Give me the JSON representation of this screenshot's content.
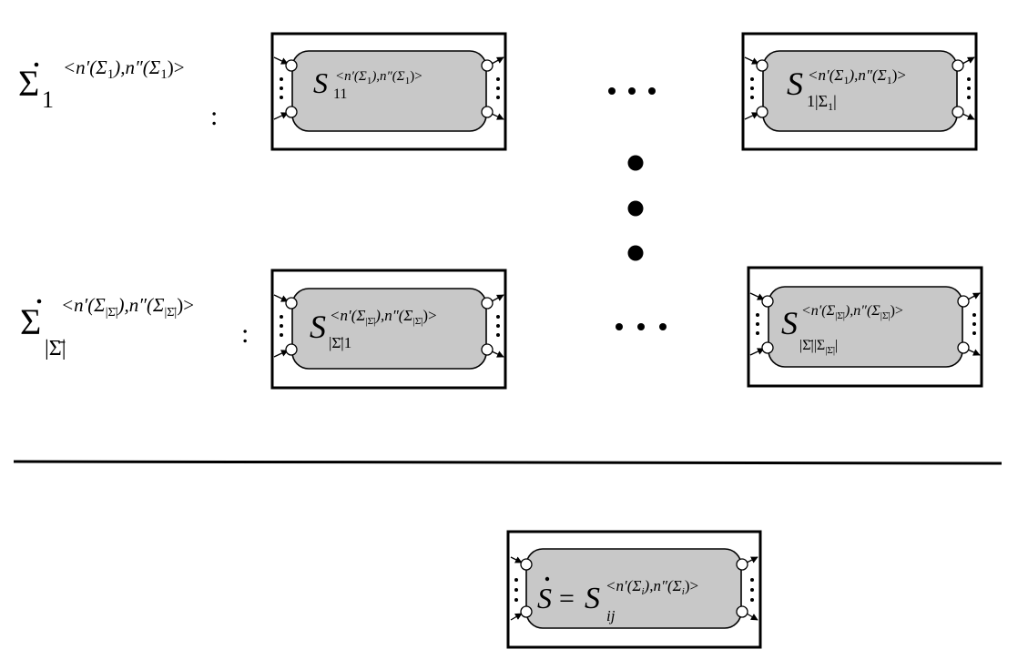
{
  "rows": [
    {
      "label": {
        "sym": "Σ",
        "sub": "1",
        "sup": {
          "pre": "<n′(Σ",
          "s1": "1",
          "mid": "),n″(Σ",
          "s2": "1",
          "post": ")>"
        },
        "colon": ":"
      },
      "boxes": [
        {
          "base": "S",
          "sub_parts": [
            {
              "t": "11"
            }
          ],
          "sup": {
            "pre": "<n′(Σ",
            "s1": "1",
            "mid": "),n″(Σ",
            "s2": "1",
            "post": ")>"
          }
        },
        {
          "base": "S",
          "sub_parts": [
            {
              "t": "1|Σ"
            },
            {
              "t": "1",
              "low": true
            },
            {
              "t": "|"
            }
          ],
          "sup": {
            "pre": "<n′(Σ",
            "s1": "1",
            "mid": "),n″(Σ",
            "s2": "1",
            "post": ")>"
          }
        }
      ]
    },
    {
      "label": {
        "sym": "Σ",
        "sub": "|Σ̄|",
        "sup": {
          "pre": "<n′(Σ",
          "s1": "|Σ̄|",
          "mid": "),n″(Σ",
          "s2": "|Σ̄|",
          "post": ")>"
        },
        "colon": ":"
      },
      "boxes": [
        {
          "base": "S",
          "sub_parts": [
            {
              "t": "|Σ̄|1"
            }
          ],
          "sup": {
            "pre": "<n′(Σ",
            "s1": "|Σ̄|",
            "mid": "),n″(Σ",
            "s2": "|Σ̄|",
            "post": ")>"
          }
        },
        {
          "base": "S",
          "sub_parts": [
            {
              "t": "|Σ̄||Σ"
            },
            {
              "t": "|Σ̄|",
              "low": true
            },
            {
              "t": "|"
            }
          ],
          "sup": {
            "pre": "<n′(Σ",
            "s1": "|Σ̄|",
            "mid": "),n″(Σ",
            "s2": "|Σ̄|",
            "post": ")>"
          }
        }
      ]
    }
  ],
  "result": {
    "lhs": "S",
    "equals": "=",
    "base": "S",
    "sub": "ij",
    "sup": {
      "pre": "<n′(Σ",
      "s1": "i",
      "mid": "),n″(Σ",
      "s2": "i",
      "post": ")>"
    }
  },
  "colors": {
    "box_fill": "#c8c8c8",
    "stroke": "#000000",
    "background": "#ffffff"
  }
}
